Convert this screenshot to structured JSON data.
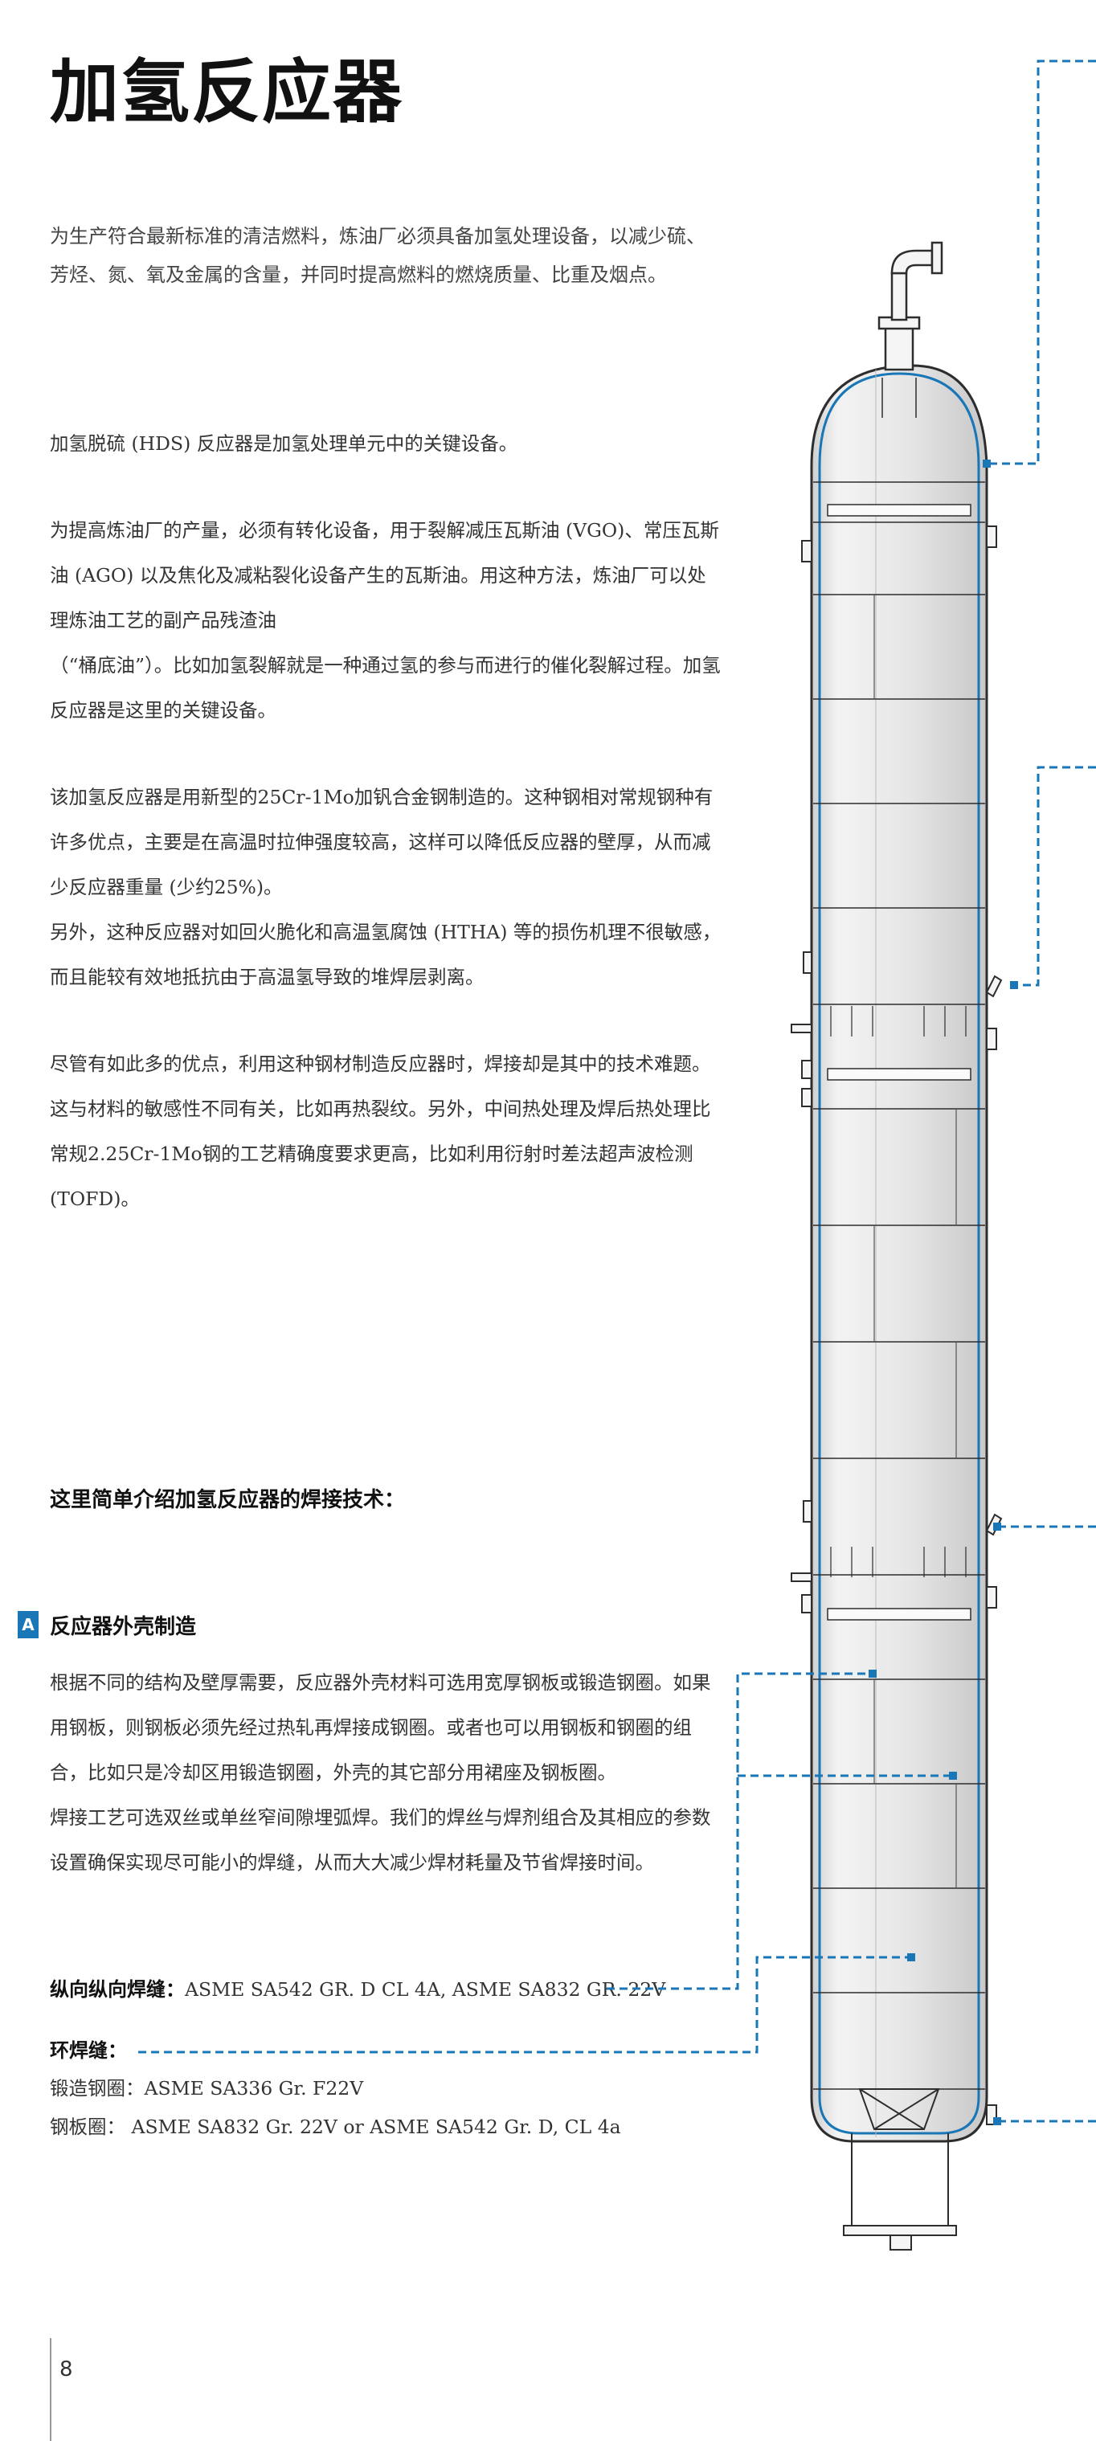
{
  "page": {
    "title": "加氢反应器",
    "intro": "为生产符合最新标准的清洁燃料，炼油厂必须具备加氢处理设备，以减少硫、芳烃、氮、氧及金属的含量，并同时提高燃料的燃烧质量、比重及烟点。",
    "paragraphs": {
      "p1": [
        "加氢脱硫 (HDS) 反应器是加氢处理单元中的关键设备。"
      ],
      "p2": [
        "为提高炼油厂的产量，必须有转化设备，用于裂解减压瓦斯油 (VGO)、常压瓦斯油 (AGO) 以及焦化及减粘裂化设备产生的瓦斯油。用这种方法，炼油厂可以处理炼油工艺的副产品残渣油",
        "（“桶底油”）。比如加氢裂解就是一种通过氢的参与而进行的催化裂解过程。加氢反应器是这里的关键设备。"
      ],
      "p3": [
        "该加氢反应器是用新型的25Cr-1Mo加钒合金钢制造的。这种钢相对常规钢种有许多优点，主要是在高温时拉伸强度较高，这样可以降低反应器的壁厚，从而减少反应器重量 (少约25%)。",
        "另外，这种反应器对如回火脆化和高温氢腐蚀 (HTHA) 等的损伤机理不很敏感，而且能较有效地抵抗由于高温氢导致的堆焊层剥离。"
      ],
      "p4": [
        "尽管有如此多的优点，利用这种钢材制造反应器时，焊接却是其中的技术难题。这与材料的敏感性不同有关，比如再热裂纹。另外，中间热处理及焊后热处理比常规2.25Cr-1Mo钢的工艺精确度要求更高，比如利用衍射时差法超声波检测 (TOFD)。"
      ],
      "p5": [
        "根据不同的结构及壁厚需要，反应器外壳材料可选用宽厚钢板或锻造钢圈。如果用钢板，则钢板必须先经过热轧再焊接成钢圈。或者也可以用钢板和钢圈的组合，比如只是冷却区用锻造钢圈，外壳的其它部分用裙座及钢板圈。",
        "焊接工艺可选双丝或单丝窄间隙埋弧焊。我们的焊丝与焊剂组合及其相应的参数设置确保实现尽可能小的焊缝，从而大大减少焊材耗量及节省焊接时间。"
      ]
    },
    "welding_intro": "这里简单介绍加氢反应器的焊接技术：",
    "section_a": {
      "badge": "A",
      "heading": "反应器外壳制造"
    },
    "specs": {
      "longitudinal_label": "纵向纵向焊缝：",
      "longitudinal_value": "ASME SA542 GR. D CL 4A, ASME SA832 GR. 22V",
      "circumferential_label": "环焊缝：",
      "forged_ring": "锻造钢圈：ASME SA336 Gr. F22V",
      "plate_ring": "钢板圈： ASME SA832 Gr. 22V or ASME SA542 Gr. D, CL 4a"
    },
    "page_number": "8"
  },
  "colors": {
    "accent": "#1976b7",
    "text": "#333333",
    "outline": "#2d2d2d",
    "vessel_fill": "#e4e4e4"
  }
}
